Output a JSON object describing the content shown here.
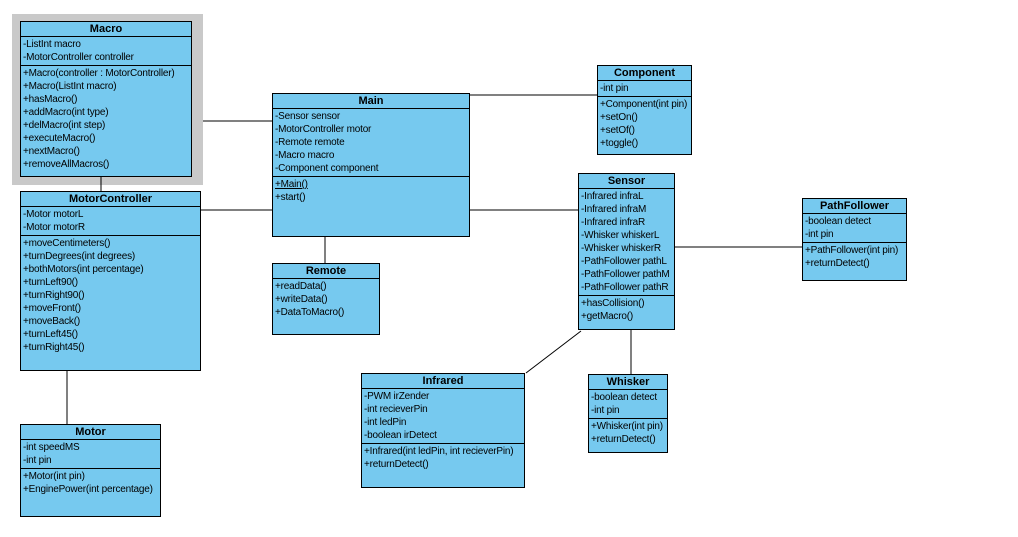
{
  "colors": {
    "class_fill": "#76c9ef",
    "class_border": "#000000",
    "selection_gray": "#c9c9c9",
    "canvas_bg": "#ffffff"
  },
  "selection": {
    "selected_class": "Macro"
  },
  "classes": [
    {
      "name": "Macro",
      "attributes": [
        "-ListInt macro",
        "-MotorController controller"
      ],
      "methods": [
        "+Macro(controller : MotorController)",
        "+Macro(ListInt macro)",
        "+hasMacro()",
        "+addMacro(int type)",
        "+delMacro(int step)",
        "+executeMacro()",
        "+nextMacro()",
        "+removeAllMacros()"
      ]
    },
    {
      "name": "MotorController",
      "attributes": [
        "-Motor motorL",
        "-Motor motorR"
      ],
      "methods": [
        "+moveCentimeters()",
        "+turnDegrees(int degrees)",
        "+bothMotors(int percentage)",
        "+turnLeft90()",
        "+turnRight90()",
        "+moveFront()",
        "+moveBack()",
        "+turnLeft45()",
        "+turnRight45()"
      ]
    },
    {
      "name": "Motor",
      "attributes": [
        "-int speedMS",
        "-int pin"
      ],
      "methods": [
        "+Motor(int pin)",
        "+EnginePower(int percentage)"
      ]
    },
    {
      "name": "Main",
      "attributes": [
        "-Sensor sensor",
        "-MotorController motor",
        "-Remote remote",
        "-Macro macro",
        "-Component component"
      ],
      "methods": [
        "+Main()",
        "+start()"
      ],
      "underlined": [
        "+Main()"
      ]
    },
    {
      "name": "Remote",
      "methods": [
        "+readData()",
        "+writeData()",
        "+DataToMacro()"
      ]
    },
    {
      "name": "Component",
      "attributes": [
        "-int pin"
      ],
      "methods": [
        "+Component(int pin)",
        "+setOn()",
        "+setOf()",
        "+toggle()"
      ]
    },
    {
      "name": "Sensor",
      "attributes": [
        "-Infrared infraL",
        "-Infrared infraM",
        "-Infrared infraR",
        "-Whisker whiskerL",
        "-Whisker whiskerR",
        "-PathFollower pathL",
        "-PathFollower pathM",
        "-PathFollower pathR"
      ],
      "methods": [
        "+hasCollision()",
        "+getMacro()"
      ]
    },
    {
      "name": "PathFollower",
      "attributes": [
        "-boolean detect",
        "-int pin"
      ],
      "methods": [
        "+PathFollower(int pin)",
        "+returnDetect()"
      ]
    },
    {
      "name": "Infrared",
      "attributes": [
        "-PWM irZender",
        "-int recieverPin",
        "-int ledPin",
        "-boolean irDetect"
      ],
      "methods": [
        "+Infrared(int ledPin, int recieverPin)",
        "+returnDetect()"
      ]
    },
    {
      "name": "Whisker",
      "attributes": [
        "-boolean detect",
        "-int pin"
      ],
      "methods": [
        "+Whisker(int pin)",
        "+returnDetect()"
      ]
    }
  ],
  "connections": [
    {
      "from": "Macro",
      "to": "Main"
    },
    {
      "from": "Macro",
      "to": "MotorController"
    },
    {
      "from": "MotorController",
      "to": "Main"
    },
    {
      "from": "MotorController",
      "to": "Motor"
    },
    {
      "from": "Main",
      "to": "Remote"
    },
    {
      "from": "Main",
      "to": "Component"
    },
    {
      "from": "Main",
      "to": "Sensor"
    },
    {
      "from": "Sensor",
      "to": "PathFollower"
    },
    {
      "from": "Sensor",
      "to": "Infrared"
    },
    {
      "from": "Sensor",
      "to": "Whisker"
    }
  ]
}
